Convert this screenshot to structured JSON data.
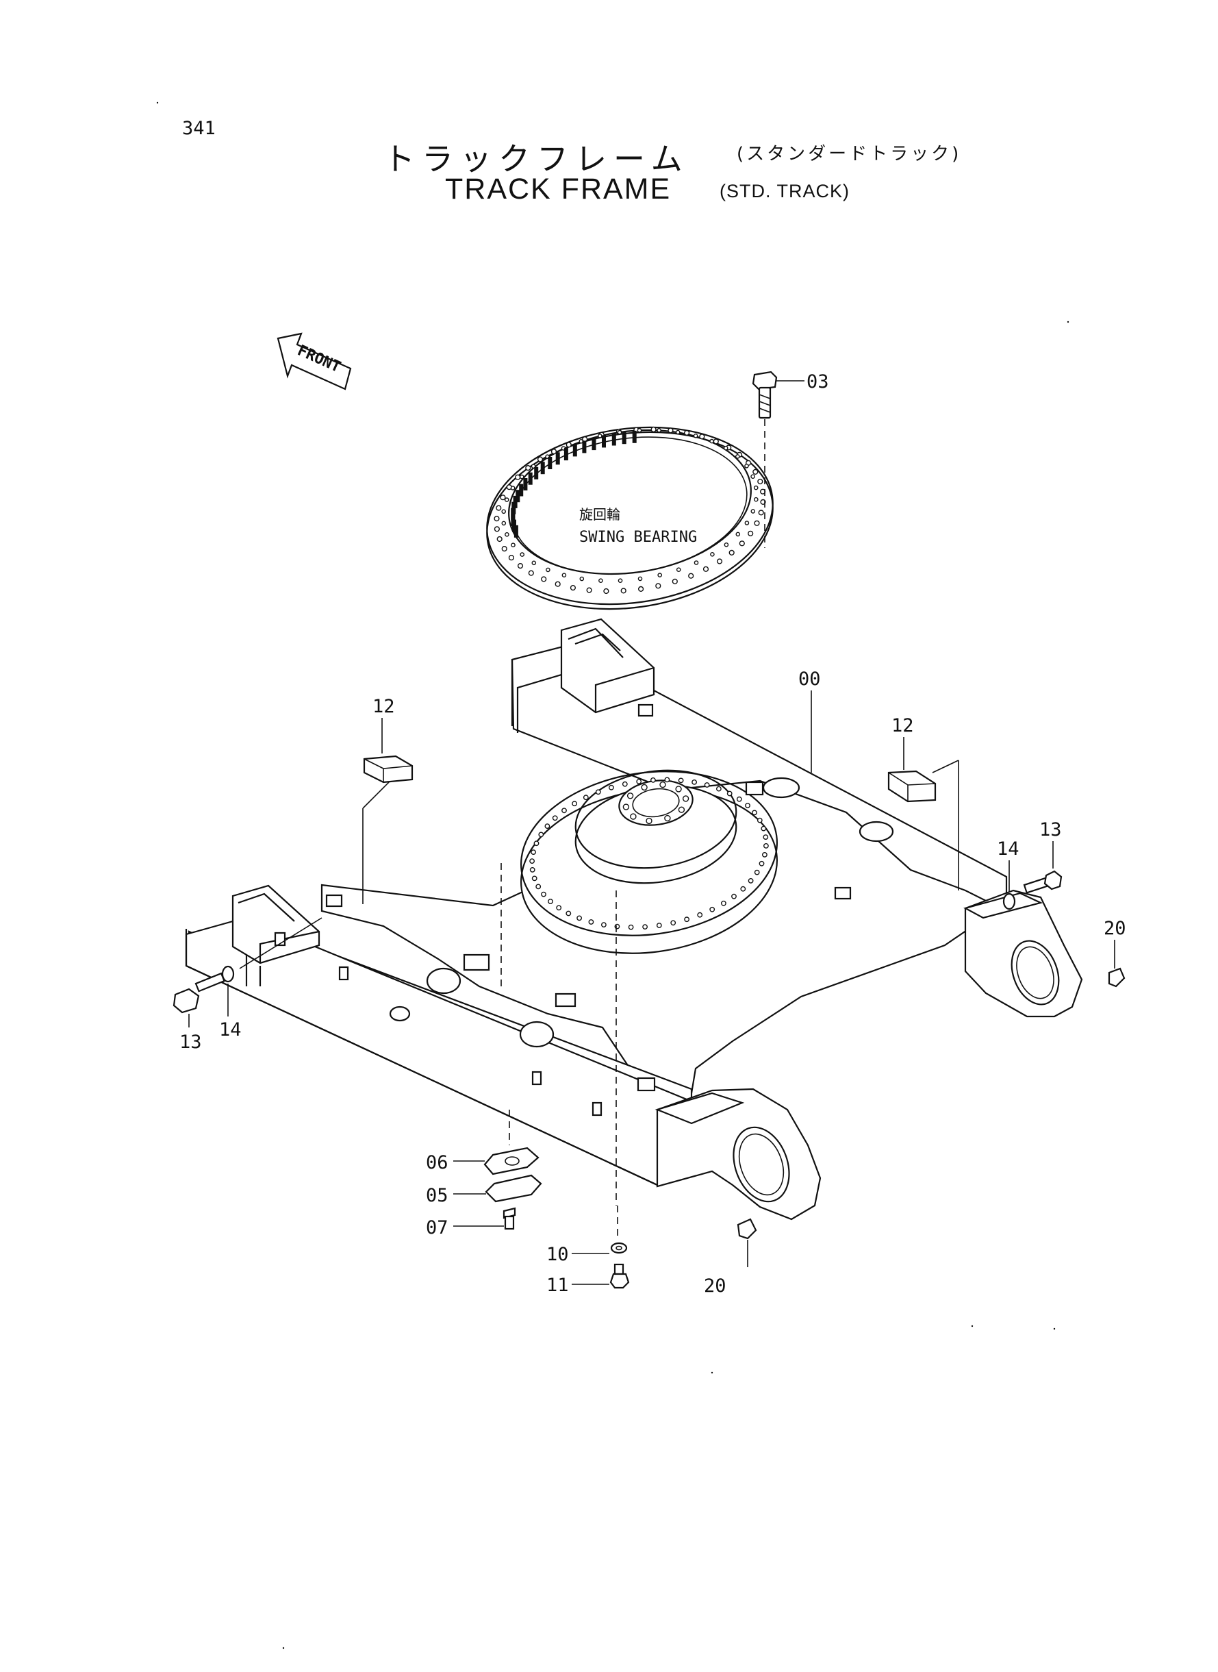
{
  "page_number": "341",
  "title": {
    "jp": "トラックフレーム",
    "jp_sub": "(スタンダードトラック)",
    "en": "TRACK FRAME",
    "en_sub": "(STD. TRACK)"
  },
  "front_arrow_label": "FRONT",
  "swing_bearing": {
    "jp": "旋回輪",
    "en": "SWING BEARING"
  },
  "callouts": {
    "c00": "00",
    "c03": "03",
    "c05": "05",
    "c06": "06",
    "c07": "07",
    "c10": "10",
    "c11": "11",
    "c12_left": "12",
    "c12_right": "12",
    "c13_left": "13",
    "c13_right": "13",
    "c14_left": "14",
    "c14_right": "14",
    "c20_right": "20",
    "c20_bottom": "20"
  }
}
